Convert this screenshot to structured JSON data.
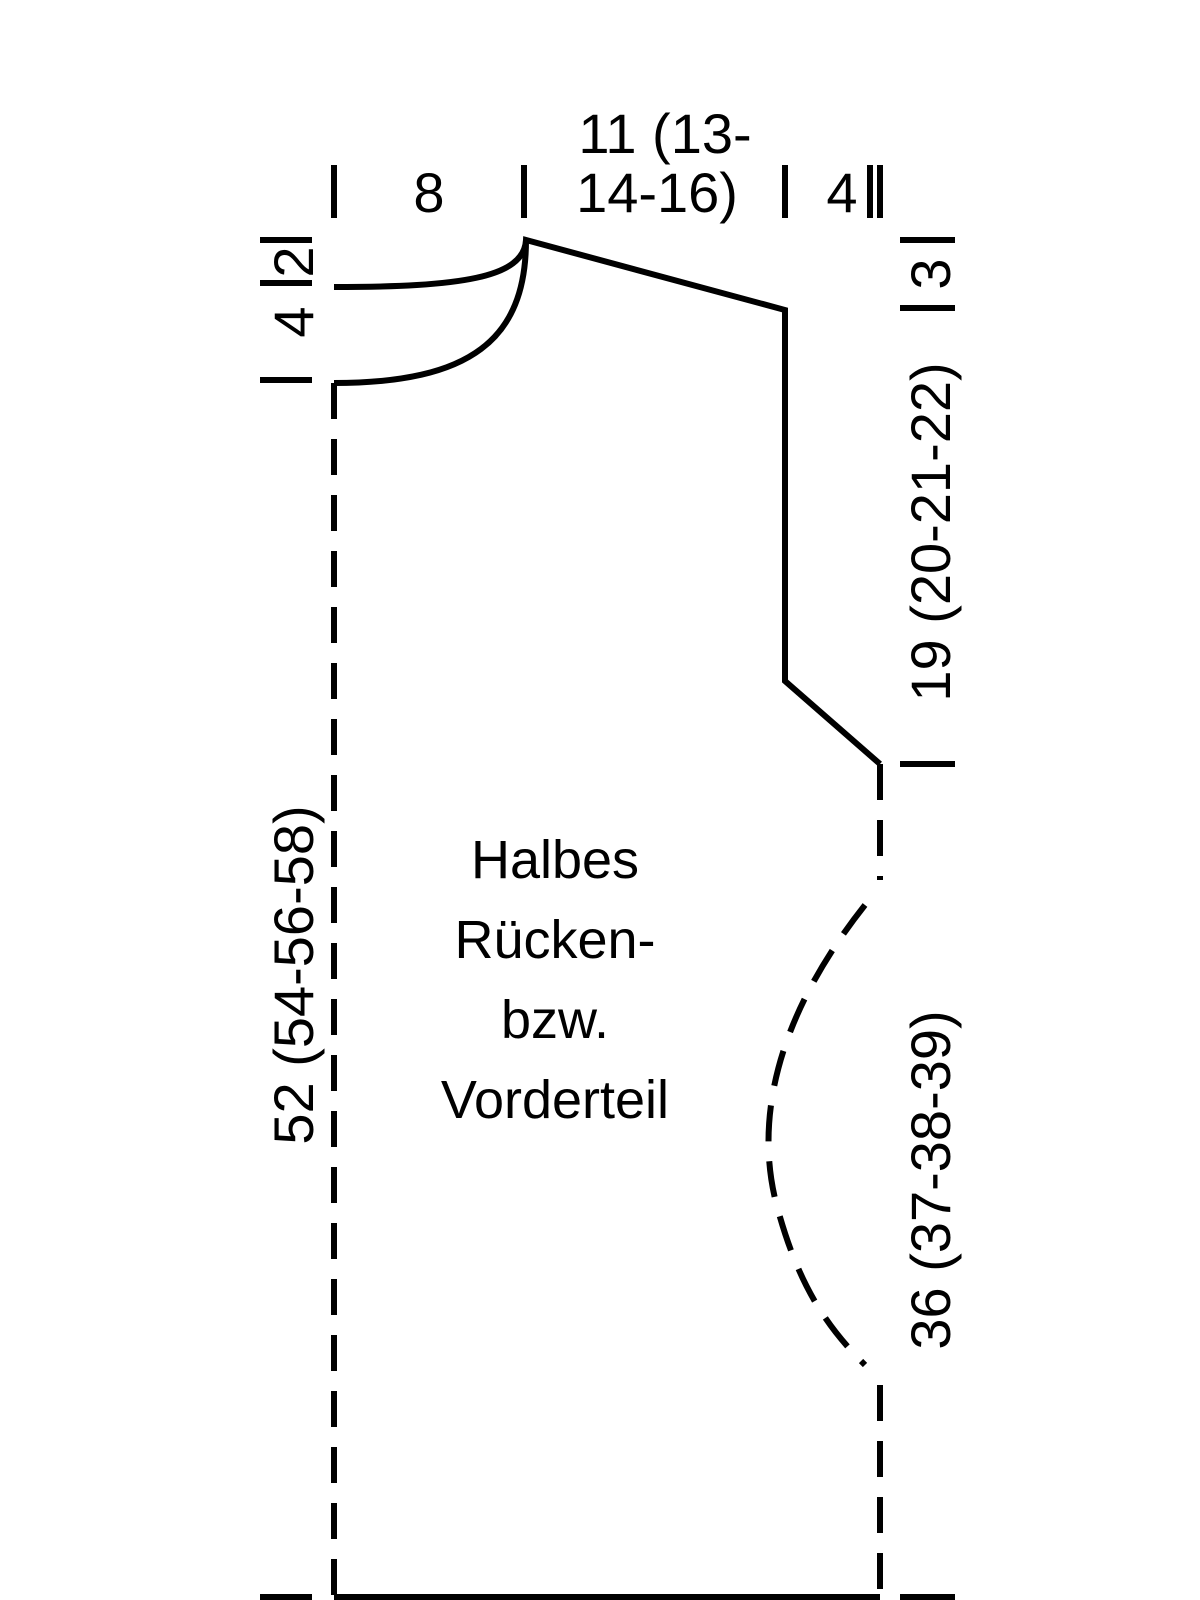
{
  "dimensions": {
    "top": {
      "neck_width": "8",
      "shoulder_width_line1": "11 (13-",
      "shoulder_width_line2": "14-16)",
      "armhole_inset": "4"
    },
    "left": {
      "neck_shoulder_drop": "2",
      "neck_depth": "4",
      "total_length": "52 (54-56-58)"
    },
    "right": {
      "shoulder_slope": "3",
      "armhole_depth": "19 (20-21-22)",
      "side_length": "36 (37-38-39)"
    }
  },
  "piece_label": {
    "line1": "Halbes",
    "line2": "Rücken-",
    "line3": "bzw.",
    "line4": "Vorderteil"
  }
}
